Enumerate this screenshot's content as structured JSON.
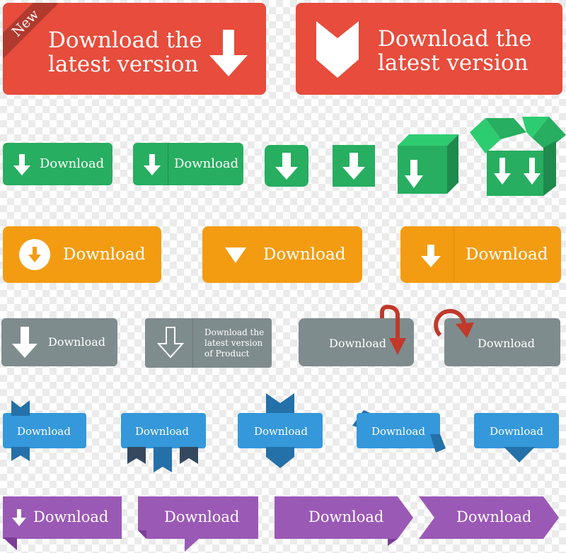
{
  "colors": {
    "red": "#e74c3c",
    "red_dark": "#b03a2e",
    "green": "#27ae60",
    "green_light": "#2ecc71",
    "orange": "#f39c12",
    "gray": "#7f8c8d",
    "blue": "#3498db",
    "blue_dark": "#2470a8",
    "navy": "#34495e",
    "purple": "#9b59b6",
    "purple_dark": "#7d3c98",
    "dark_red": "#c0392b"
  },
  "row1": {
    "ribbon": "New",
    "left_line1": "Download the",
    "left_line2": "latest version",
    "right_line1": "Download the",
    "right_line2": "latest version",
    "left_icon": "arrow-down-icon",
    "right_icon": "chevron-down-icon"
  },
  "row2": {
    "btn1": "Download",
    "btn2": "Download",
    "icons": [
      "arrow-down-icon",
      "arrow-down-icon",
      "arrow-down-icon",
      "arrow-down-icon",
      "box-icon",
      "open-box-icon"
    ]
  },
  "row3": {
    "btn1": "Download",
    "btn2": "Download",
    "btn3": "Download",
    "icons": [
      "circle-arrow-down-icon",
      "triangle-down-icon",
      "arrow-down-icon"
    ]
  },
  "row4": {
    "btn1": "Download",
    "btn2_line1": "Download the",
    "btn2_line2": "latest version",
    "btn2_line3": "of Product",
    "btn3": "Download",
    "btn4": "Download",
    "icons": [
      "arrow-down-icon",
      "outline-arrow-down-icon",
      "curved-arrow-down-icon",
      "circular-arrow-icon"
    ]
  },
  "row5": {
    "btn1": "Download",
    "btn2": "Download",
    "btn3": "Download",
    "btn4": "Download",
    "btn5": "Download"
  },
  "row6": {
    "btn1": "Download",
    "btn2": "Download",
    "btn3": "Download",
    "btn4": "Download",
    "icons": [
      "arrow-down-icon"
    ]
  }
}
